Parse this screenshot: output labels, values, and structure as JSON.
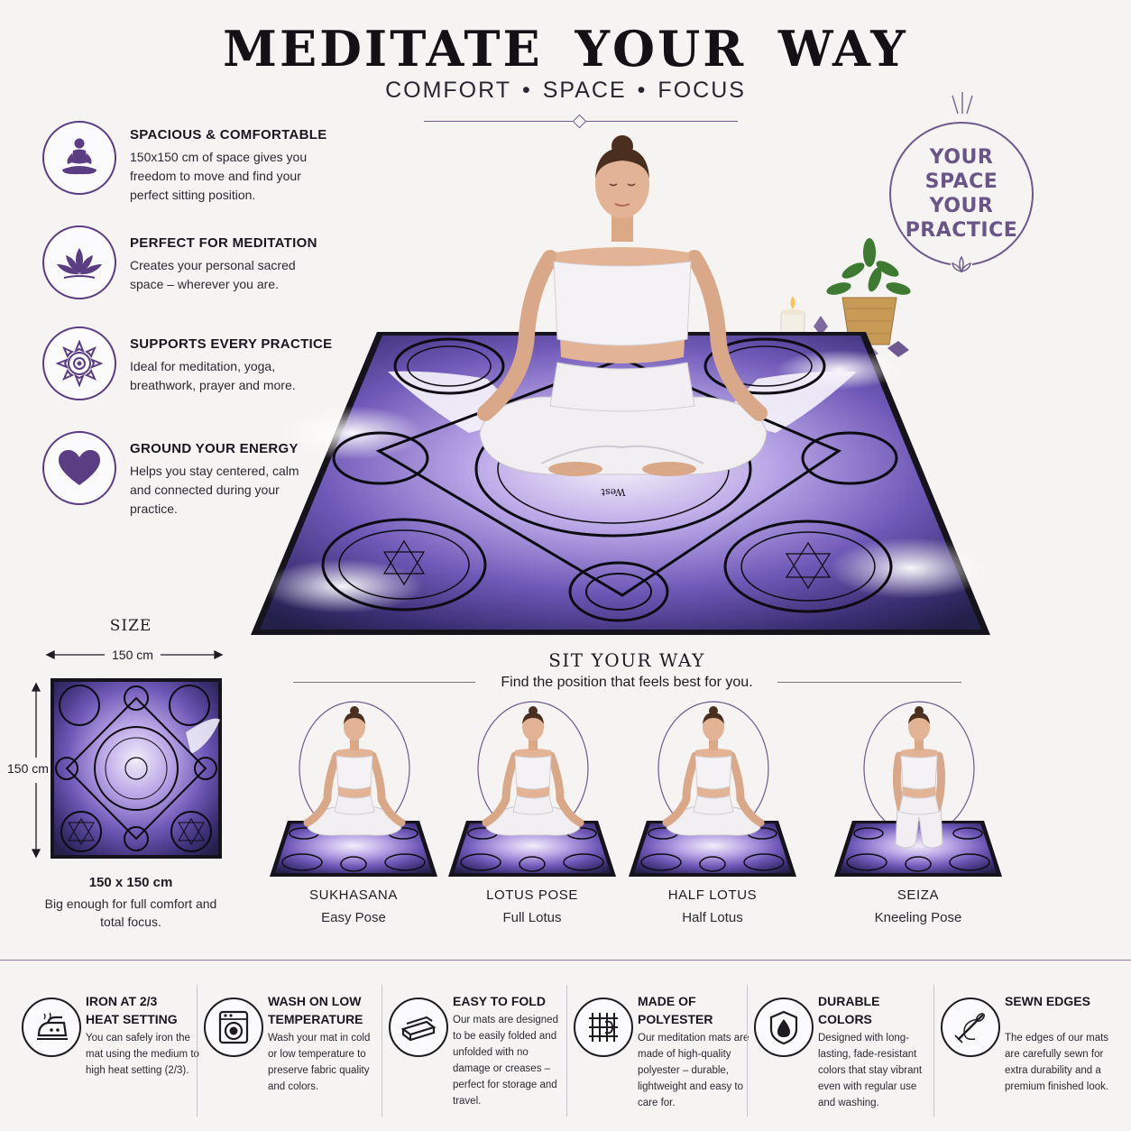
{
  "header": {
    "title": "MEDITATE YOUR WAY",
    "subtitle": [
      "COMFORT",
      "SPACE",
      "FOCUS"
    ],
    "separator": "•"
  },
  "colors": {
    "accent": "#5a3d82",
    "badge": "#6a5587",
    "text": "#1e1a22",
    "background": "#f6f4f2"
  },
  "features": [
    {
      "icon": "meditation-figure-icon",
      "title": "SPACIOUS & COMFORTABLE",
      "desc": "150x150 cm of space gives you freedom to move and find your perfect sitting position."
    },
    {
      "icon": "lotus-icon",
      "title": "PERFECT FOR MEDITATION",
      "desc": "Creates your personal sacred space – wherever you are."
    },
    {
      "icon": "mandala-icon",
      "title": "SUPPORTS EVERY PRACTICE",
      "desc": "Ideal for meditation, yoga, breathwork, prayer and more."
    },
    {
      "icon": "heart-icon",
      "title": "GROUND YOUR ENERGY",
      "desc": "Helps you stay centered, calm and connected during your practice."
    }
  ],
  "badge": {
    "lines": [
      "YOUR",
      "SPACE",
      "YOUR",
      "PRACTICE"
    ]
  },
  "hero_mat": {
    "label": "West"
  },
  "size": {
    "label": "SIZE",
    "width": "150 cm",
    "height": "150 cm",
    "caption_bold": "150 x 150 cm",
    "caption": "Big enough for full comfort and total focus."
  },
  "sit": {
    "title": "SIT YOUR WAY",
    "subtitle": "Find the position that feels best for you.",
    "poses": [
      {
        "name": "SUKHASANA",
        "sub": "Easy Pose",
        "kind": "cross"
      },
      {
        "name": "LOTUS POSE",
        "sub": "Full Lotus",
        "kind": "cross"
      },
      {
        "name": "HALF LOTUS",
        "sub": "Half Lotus",
        "kind": "cross"
      },
      {
        "name": "SEIZA",
        "sub": "Kneeling Pose",
        "kind": "kneel"
      }
    ]
  },
  "care": [
    {
      "icon": "iron-icon",
      "title": "IRON AT 2/3 HEAT SETTING",
      "desc": "You can safely iron the mat using the medium to high heat setting (2/3)."
    },
    {
      "icon": "washing-machine-icon",
      "title": "WASH ON LOW TEMPERATURE",
      "desc": "Wash your mat in cold or low temperature to preserve fabric quality and colors."
    },
    {
      "icon": "folded-fabric-icon",
      "title": "EASY TO FOLD",
      "desc": "Our mats are designed to be easily folded and unfolded with no damage or creases – perfect for storage and travel."
    },
    {
      "icon": "fabric-weave-icon",
      "title": "MADE OF POLYESTER",
      "desc": "Our meditation mats are made of high-quality polyester – durable, lightweight and easy to care for."
    },
    {
      "icon": "color-drop-icon",
      "title": "DURABLE COLORS",
      "desc": "Designed with long-lasting, fade-resistant colors that stay vibrant even with regular use and washing."
    },
    {
      "icon": "needle-icon",
      "title": "SEWN EDGES",
      "desc": "The edges of our mats are carefully sewn for extra durability and a premium finished look."
    }
  ]
}
